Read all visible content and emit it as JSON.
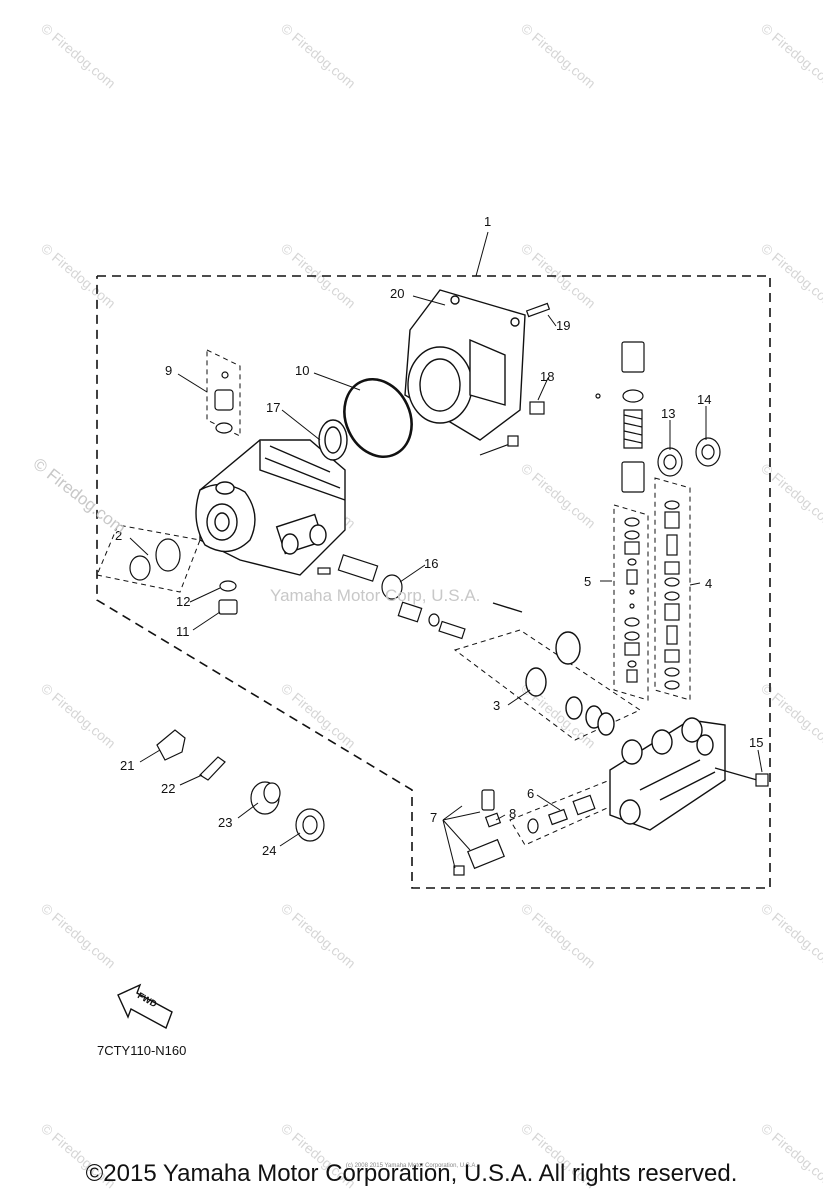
{
  "diagram": {
    "assembly_label": "1",
    "callouts": [
      "2",
      "3",
      "4",
      "5",
      "6",
      "7",
      "8",
      "9",
      "10",
      "11",
      "12",
      "13",
      "14",
      "15",
      "16",
      "17",
      "18",
      "19",
      "20",
      "21",
      "22",
      "23",
      "24"
    ],
    "fwd_label": "FWD",
    "diagram_code": "7CTY110-N160",
    "watermark_center": "Yamaha Motor Corp, U.S.A.",
    "watermark_side": "© Firedog.com",
    "watermark_tile": "© Firedog.com"
  },
  "footer": {
    "copyright": "©2015 Yamaha Motor Corporation, U.S.A. All rights reserved.",
    "fine_print": "(c) 2008 2015 Yamaha Motor Corporation, U.S.A."
  }
}
